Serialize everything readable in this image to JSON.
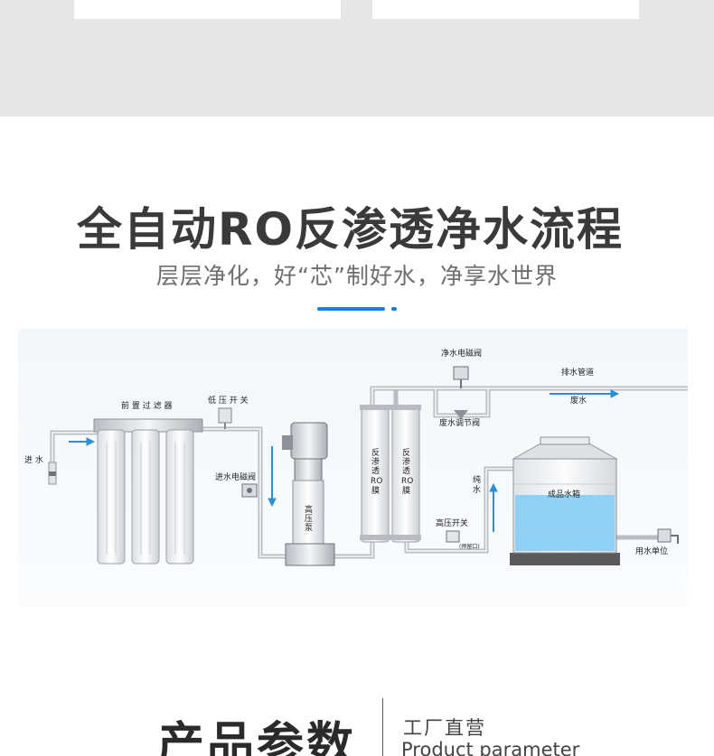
{
  "header": {
    "title": "全自动RO反渗透净水流程",
    "subtitle": "层层净化，好“芯”制好水，净享水世界"
  },
  "diagram": {
    "labels": {
      "inlet": "进 水",
      "pre_filter": "前 置 过 滤 器",
      "low_pressure_switch": "低 压 开 关",
      "inlet_solenoid": "进水电磁阀",
      "pump_line1": "高",
      "pump_line2": "压",
      "pump_line3": "泵",
      "ro1_line1": "反",
      "ro1_line2": "渗",
      "ro1_line3": "透",
      "ro1_line4": "RO",
      "ro1_line5": "膜",
      "ro2_line1": "反",
      "ro2_line2": "渗",
      "ro2_line3": "透",
      "ro2_line4": "RO",
      "ro2_line5": "膜",
      "pure_solenoid": "净水电磁阀",
      "waste_valve": "废水调节阀",
      "drain": "排水管道",
      "waste": "废水",
      "pure_water_line1": "纯",
      "pure_water_line2": "水",
      "high_pressure_switch": "高压开关",
      "hps_note": "(预留口)",
      "tank": "成品水箱",
      "use_point": "用水单位"
    },
    "colors": {
      "pipe": "#9aa0a6",
      "flow_arrow": "#2b8fd6",
      "water": "#7cc6f2",
      "tank_base": "#5a5a5a"
    }
  },
  "params": {
    "title": "产品参数",
    "sub_cn": "工厂直营",
    "sub_en": "Product parameter"
  }
}
